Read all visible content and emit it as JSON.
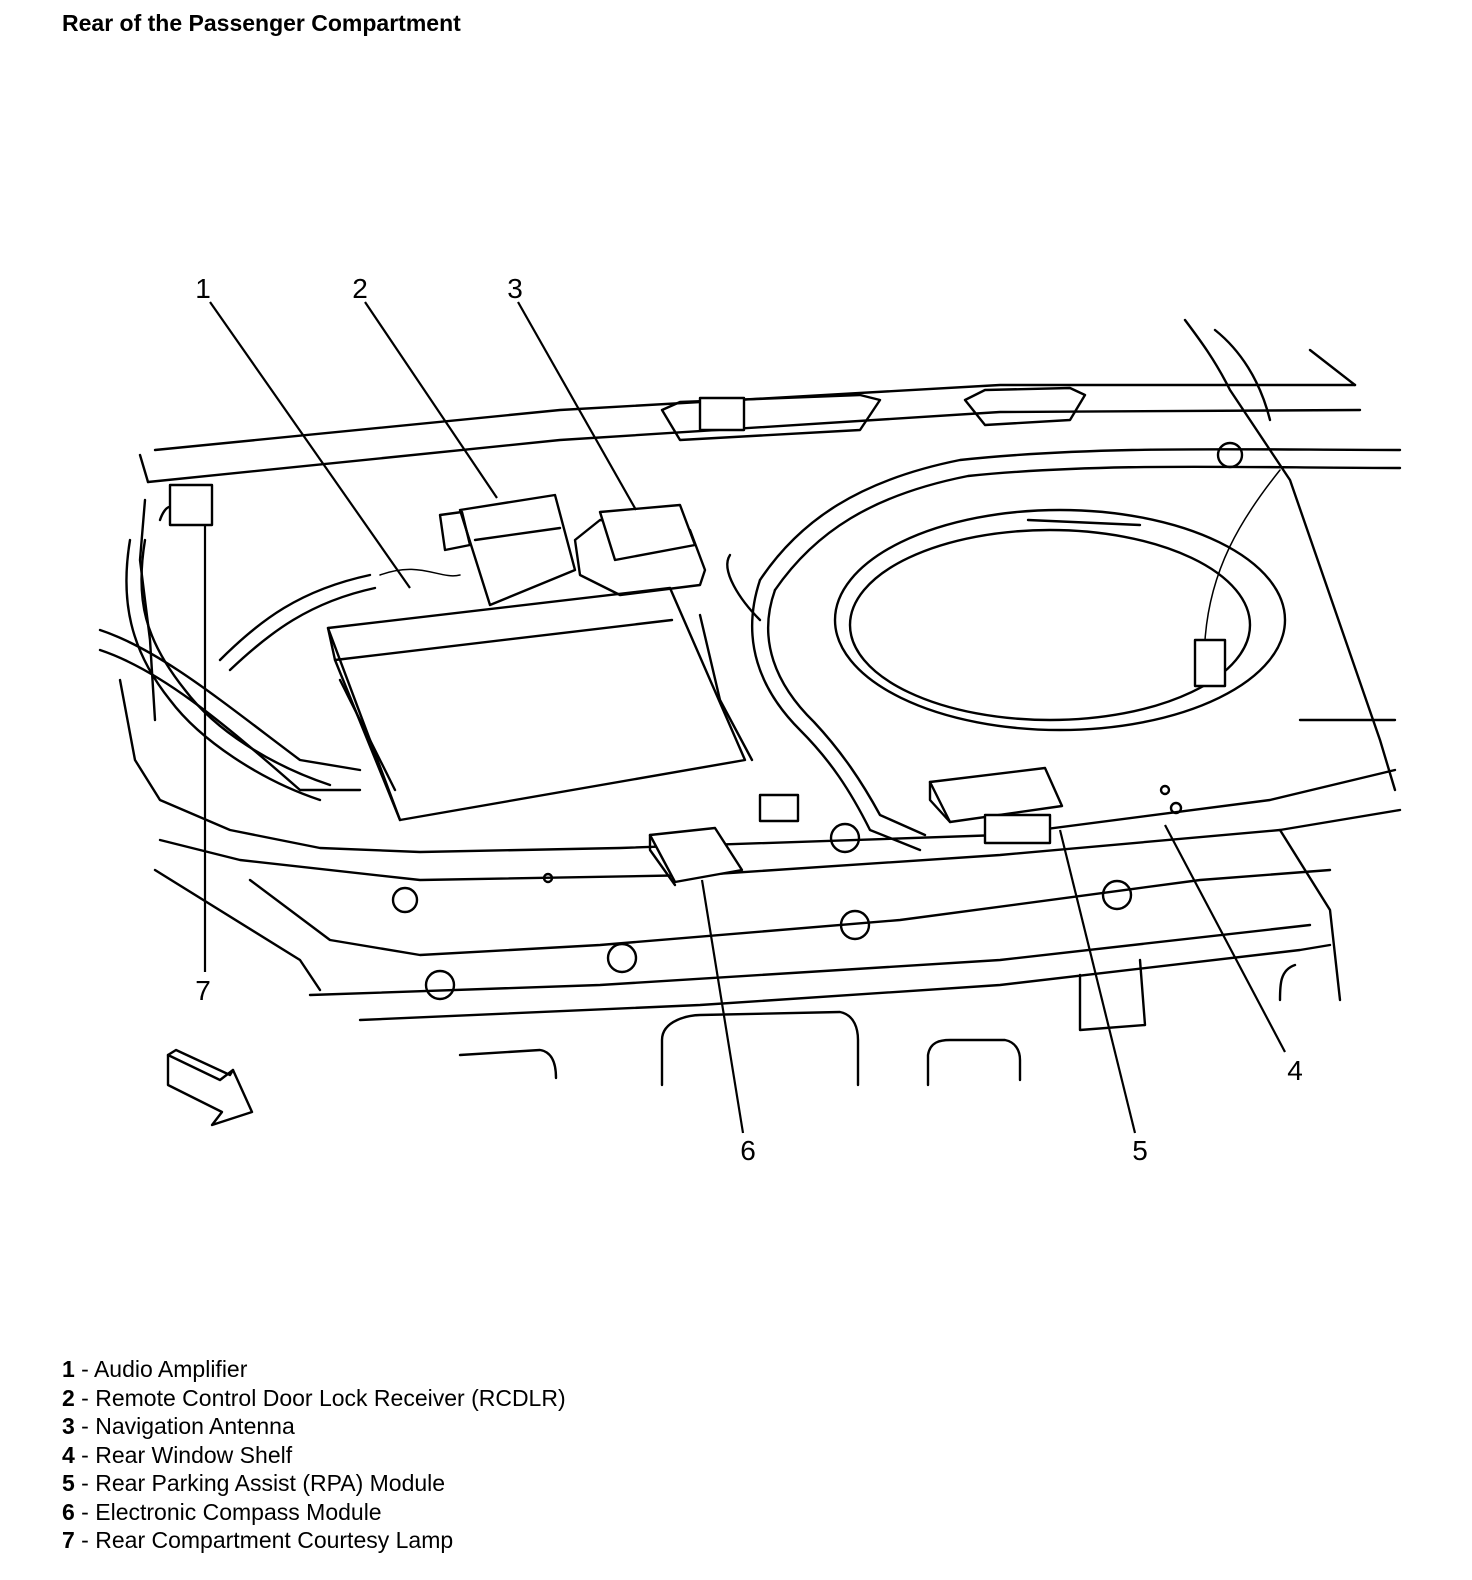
{
  "title": "Rear of the Passenger Compartment",
  "callouts": [
    "1",
    "2",
    "3",
    "4",
    "5",
    "6",
    "7"
  ],
  "legend": [
    {
      "num": "1",
      "sep": " - ",
      "label": "Audio Amplifier"
    },
    {
      "num": "2",
      "sep": " - ",
      "label": "Remote Control Door Lock Receiver (RCDLR)"
    },
    {
      "num": "3",
      "sep": " - ",
      "label": "Navigation Antenna"
    },
    {
      "num": "4",
      "sep": " - ",
      "label": "Rear Window Shelf"
    },
    {
      "num": "5",
      "sep": " - ",
      "label": "Rear Parking Assist (RPA) Module"
    },
    {
      "num": "6",
      "sep": " - ",
      "label": "Electronic Compass Module"
    },
    {
      "num": "7",
      "sep": " - ",
      "label": "Rear Compartment Courtesy Lamp"
    }
  ]
}
